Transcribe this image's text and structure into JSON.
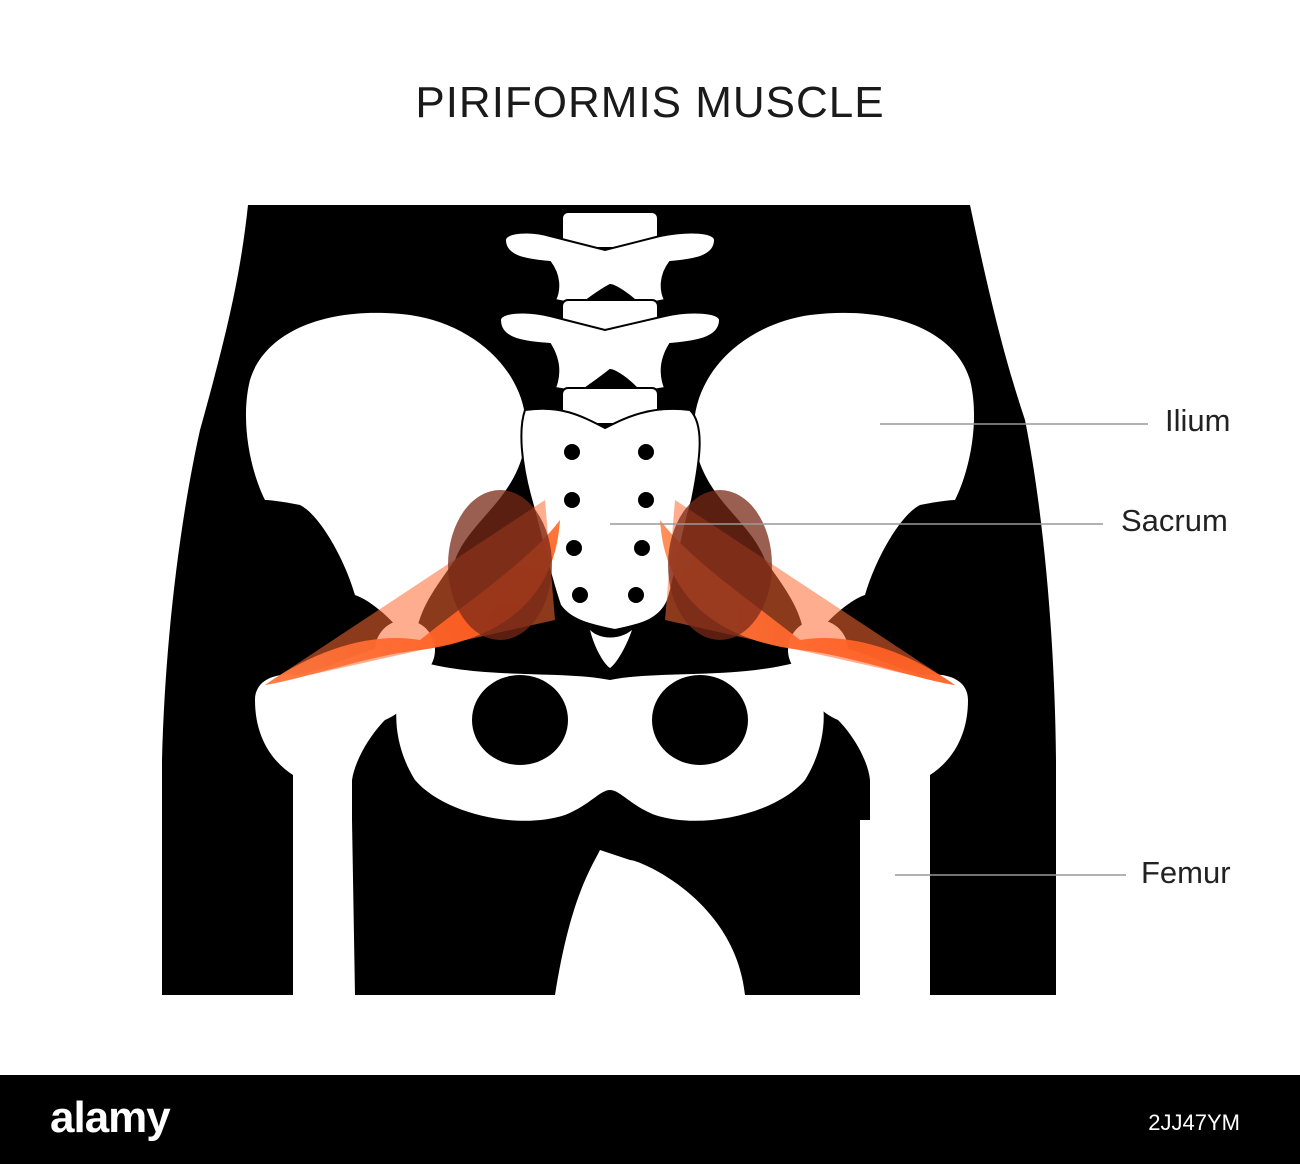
{
  "title": "PIRIFORMIS MUSCLE",
  "labels": {
    "ilium": "Ilium",
    "sacrum": "Sacrum",
    "femur": "Femur"
  },
  "footer": {
    "logo": "alamy",
    "image_id": "2JJ47YM"
  },
  "colors": {
    "silhouette": "#000000",
    "bone": "#ffffff",
    "muscle": "#ff4500",
    "muscle_dark": "#8b2e1a",
    "leader_line": "#999999"
  }
}
